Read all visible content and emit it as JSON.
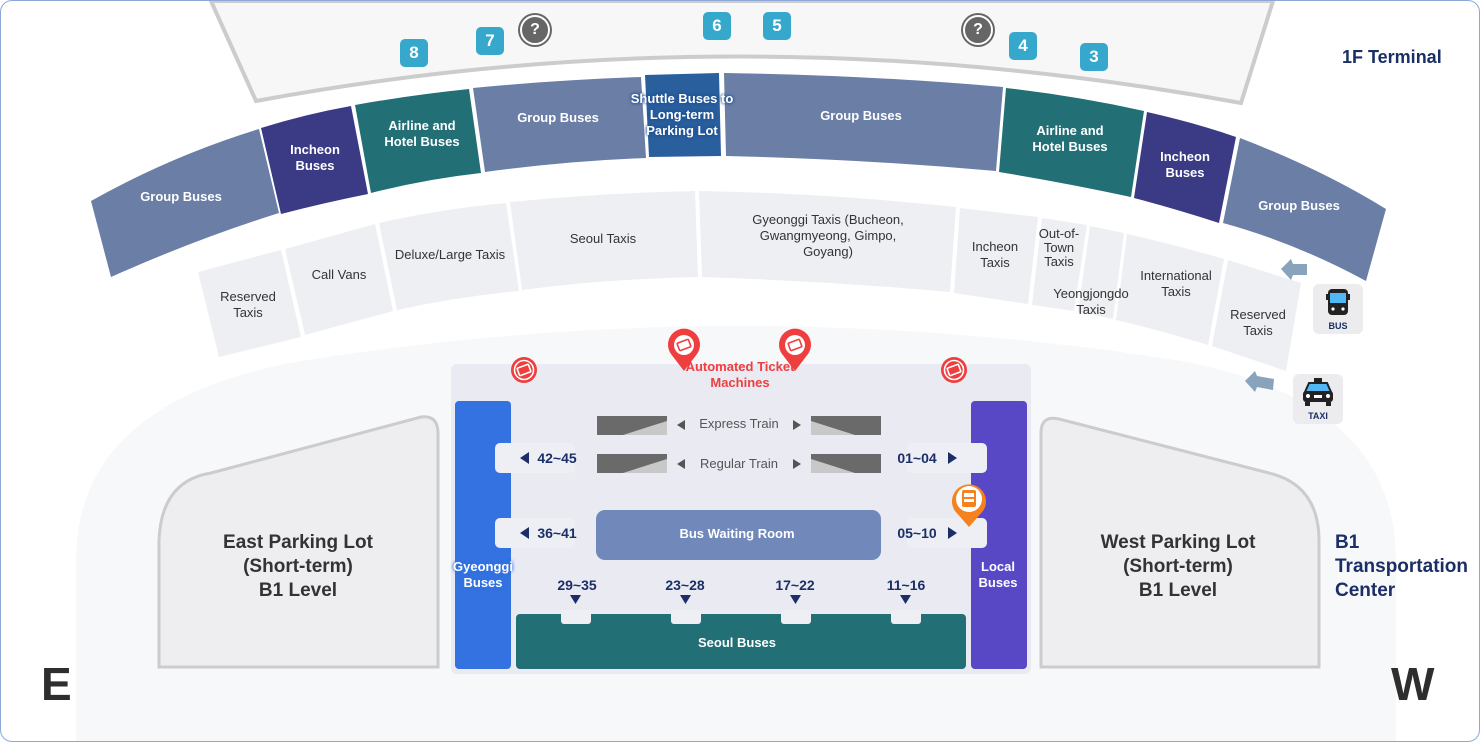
{
  "map": {
    "terminal_label": "1F Terminal",
    "transport_center_label": "B1 Transportation Center",
    "compass": {
      "east": "E",
      "west": "W"
    }
  },
  "gates": [
    "8",
    "7",
    "6",
    "5",
    "4",
    "3"
  ],
  "help_icons": [
    "help-icon",
    "help-icon"
  ],
  "bus_row": [
    {
      "label": "Group Buses",
      "color": "#6b7ea6"
    },
    {
      "label": "Incheon Buses",
      "color": "#3a3a85"
    },
    {
      "label": "Airline and Hotel Buses",
      "color": "#226f76"
    },
    {
      "label": "Group Buses",
      "color": "#6b7ea6"
    },
    {
      "label": "Shuttle Buses to Long-term Parking Lot",
      "color": "#2a5f9e"
    },
    {
      "label": "Group Buses",
      "color": "#6b7ea6"
    },
    {
      "label": "Airline and Hotel Buses",
      "color": "#226f76"
    },
    {
      "label": "Incheon Buses",
      "color": "#3a3a85"
    },
    {
      "label": "Group Buses",
      "color": "#6b7ea6"
    }
  ],
  "taxi_row": [
    {
      "label": "Reserved Taxis"
    },
    {
      "label": "Call Vans"
    },
    {
      "label": "Deluxe/Large Taxis"
    },
    {
      "label": "Seoul Taxis"
    },
    {
      "label": "Gyeonggi Taxis (Bucheon, Gwangmyeong, Gimpo, Goyang)"
    },
    {
      "label": "Incheon Taxis"
    },
    {
      "label": "Out-of-Town Taxis"
    },
    {
      "label": "Yeongjongdo Taxis"
    },
    {
      "label": "International Taxis"
    },
    {
      "label": "Reserved Taxis"
    }
  ],
  "legend_icons": {
    "bus": "BUS",
    "taxi": "TAXI"
  },
  "transport_center": {
    "ticket_machines_label": "Automated Ticket Machines",
    "express_train": "Express Train",
    "regular_train": "Regular Train",
    "bus_waiting_room": "Bus Waiting Room",
    "gyeonggi_buses": "Gyeonggi Buses",
    "local_buses": "Local Buses",
    "seoul_buses": "Seoul Buses",
    "gates": {
      "left_top": "42~45",
      "left_mid": "36~41",
      "right_top": "01~04",
      "right_mid": "05~10",
      "bottom": [
        "29~35",
        "23~28",
        "17~22",
        "11~16"
      ]
    },
    "colors": {
      "gyeonggi": "#3372e0",
      "local": "#5848c6",
      "seoul": "#226f76",
      "waiting_room": "#7088ba",
      "ticket_red": "#ef3e3e",
      "bus_stop_orange": "#f5821f"
    }
  },
  "parking": {
    "east": "East Parking Lot (Short-term) B1 Level",
    "east_lines": [
      "East Parking Lot",
      "(Short-term)",
      "B1 Level"
    ],
    "west_lines": [
      "West Parking Lot",
      "(Short-term)",
      "B1 Level"
    ]
  }
}
